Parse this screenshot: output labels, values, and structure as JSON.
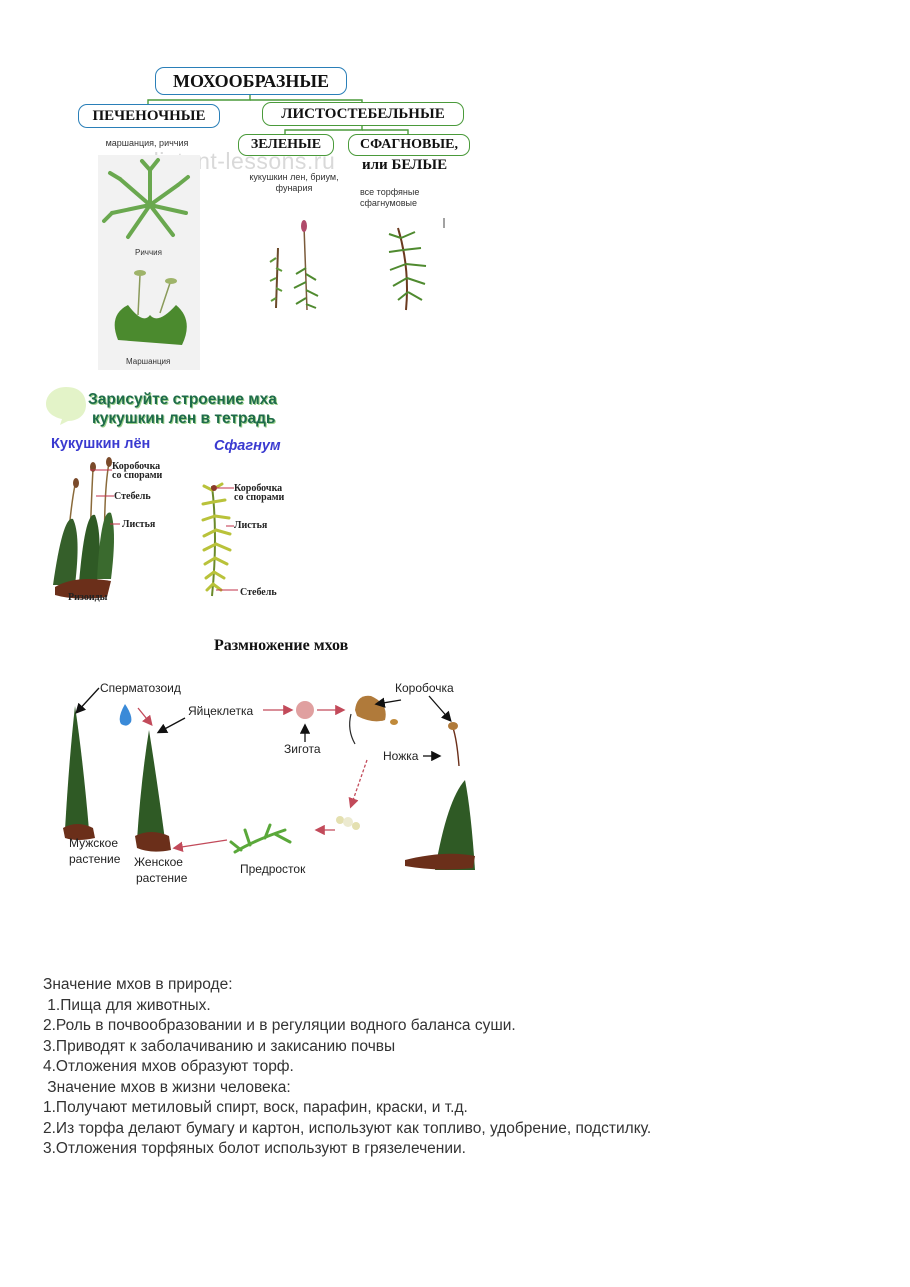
{
  "classification": {
    "title": "МОХООБРАЗНЫЕ",
    "left_group": "ПЕЧЕНОЧНЫЕ",
    "left_examples": "маршанция, риччия",
    "right_group": "ЛИСТОСТЕБЕЛЬНЫЕ",
    "green": "ЗЕЛЕНЫЕ",
    "green_examples_1": "кукушкин лен, бриум,",
    "green_examples_2": "фунария",
    "sphagnum": "СФАГНОВЫЕ,",
    "sphagnum_2": "или БЕЛЫЕ",
    "sphagnum_examples_1": "все торфяные",
    "sphagnum_examples_2": "сфагнумовые",
    "riccia_caption": "Риччия",
    "marchantia_caption": "Маршанция",
    "watermark": "distant-lessons.ru"
  },
  "structure": {
    "heading_1": "Зарисуйте строение мха",
    "heading_2": "кукушкин лен в тетрадь",
    "polytrichum": {
      "title": "Кукушкин лён",
      "capsule_1": "Коробочка",
      "capsule_2": "со спорами",
      "stem": "Стебель",
      "leaves": "Листья",
      "rhizoids": "Ризоиды"
    },
    "sphagnum": {
      "title": "Сфагнум",
      "capsule_1": "Коробочка",
      "capsule_2": "со спорами",
      "leaves": "Листья",
      "stem": "Стебель"
    }
  },
  "reproduction": {
    "title": "Размножение мхов",
    "sperm": "Сперматозоид",
    "egg": "Яйцеклетка",
    "zygote": "Зигота",
    "capsule": "Коробочка",
    "stalk": "Ножка",
    "male_1": "Мужское",
    "male_2": "растение",
    "female_1": "Женское",
    "female_2": "растение",
    "protonema": "Предросток"
  },
  "significance": {
    "lines": [
      "Значение мхов в природе:",
      " 1.Пища для животных.",
      "2.Роль в почвообразовании и в регуляции водного баланса суши.",
      "3.Приводят к заболачиванию и закисанию почвы",
      "4.Отложения мхов образуют торф.",
      " Значение мхов в жизни человека:",
      "1.Получают метиловый спирт, воск, парафин, краски, и т.д.",
      "2.Из торфа делают бумагу и картон, используют как топливо, удобрение, подстилку.",
      "3.Отложения торфяных болот используют в грязелечении."
    ]
  },
  "colors": {
    "box_blue": "#2a7fb8",
    "box_green": "#4a9a3a",
    "moss_green": "#3f7d2a",
    "moss_brown": "#6b3a1f",
    "heading_blue": "#3a3ad0",
    "pointer_red": "#c0304a"
  }
}
